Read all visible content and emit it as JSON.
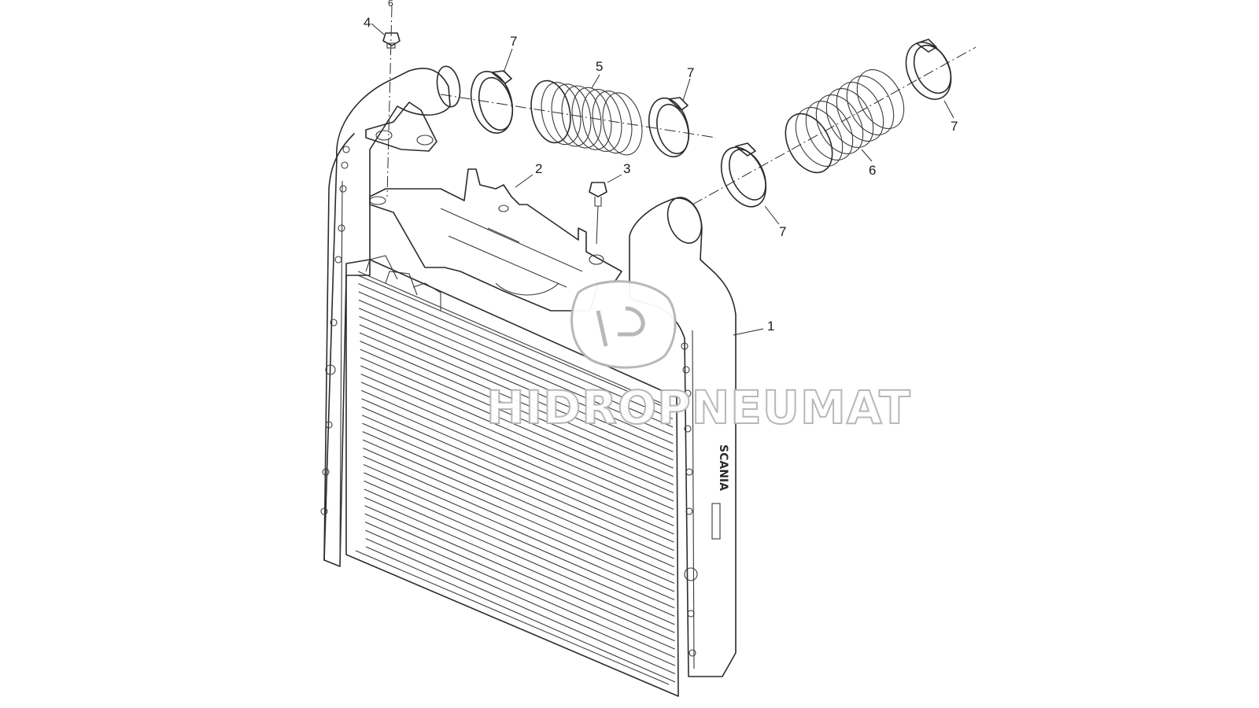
{
  "diagram": {
    "callouts": {
      "p1": "1",
      "p2": "2",
      "p3": "3",
      "p4": "4",
      "p5": "5",
      "p6": "6",
      "p7a": "7",
      "p7b": "7",
      "p7c": "7",
      "p7d": "7",
      "top": "6"
    },
    "brand_text": "SCANIA",
    "watermark": {
      "text": "HIDROPNEUMAT",
      "logo_text": "HP"
    }
  }
}
